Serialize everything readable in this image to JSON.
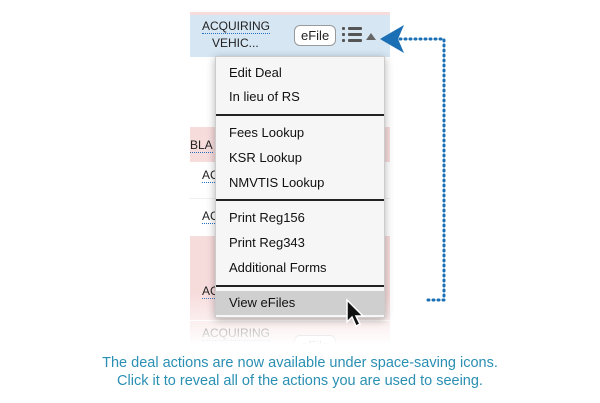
{
  "rows": {
    "top_label_1": "ACQUIRING",
    "top_label_2": "VEHIC...",
    "bla": "BLA",
    "ac1": "AC",
    "ac2": "AC",
    "ac3": "AC",
    "bottom_label": "ACQUIRING"
  },
  "efile_label": "eFile",
  "menu": {
    "items": [
      "Edit Deal",
      "In lieu of RS",
      "Fees Lookup",
      "KSR Lookup",
      "NMVTIS Lookup",
      "Print Reg156",
      "Print Reg343",
      "Additional Forms",
      "View eFiles"
    ],
    "selected": "View eFiles"
  },
  "caption": {
    "line1": "The deal actions are now available under space-saving icons.",
    "line2": "Click it to reveal all of the actions you are used to seeing."
  },
  "colors": {
    "accent": "#1a6fb5",
    "caption": "#2a8fb3",
    "selected_row": "#d6e6f3",
    "pink_row": "#f7dcdc"
  }
}
